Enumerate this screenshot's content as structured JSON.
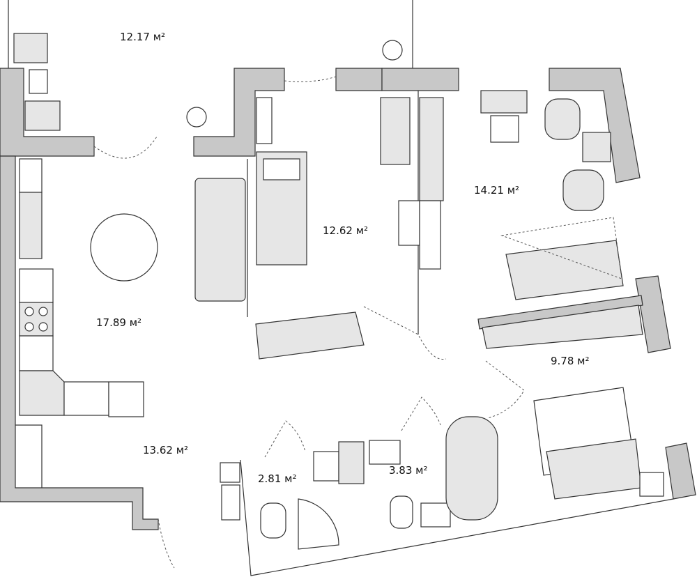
{
  "rooms": [
    {
      "id": "balcony",
      "area": "12.17 м²"
    },
    {
      "id": "kitchen-living",
      "area": "17.89 м²"
    },
    {
      "id": "bedroom-1",
      "area": "12.62 м²"
    },
    {
      "id": "bedroom-2",
      "area": "14.21 м²"
    },
    {
      "id": "bedroom-3",
      "area": "9.78 м²"
    },
    {
      "id": "hallway",
      "area": "13.62 м²"
    },
    {
      "id": "bathroom-small",
      "area": "2.81 м²"
    },
    {
      "id": "bathroom-large",
      "area": "3.83 м²"
    }
  ],
  "colors": {
    "wall": "#c8c8c8",
    "furniture_fill": "#e6e6e6",
    "line": "#333333"
  }
}
